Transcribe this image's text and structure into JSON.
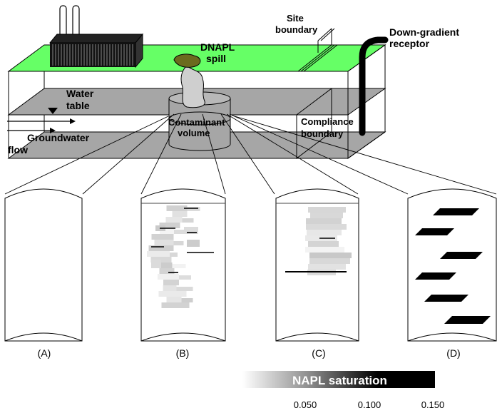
{
  "labels": {
    "dnapl_spill": [
      "DNAPL",
      "spill"
    ],
    "site_boundary": [
      "Site",
      "boundary"
    ],
    "down_gradient_receptor": [
      "Down-gradient",
      "receptor"
    ],
    "water_table": [
      "Water",
      "table"
    ],
    "contaminant_volume": [
      "Contaminant",
      "volume"
    ],
    "compliance_boundary": [
      "Compliance",
      "boundary"
    ],
    "groundwater_flow": [
      "Groundwater",
      "flow"
    ]
  },
  "panels": [
    {
      "caption": "(A)"
    },
    {
      "caption": "(B)"
    },
    {
      "caption": "(C)"
    },
    {
      "caption": "(D)"
    }
  ],
  "colorbar": {
    "title": "NAPL saturation",
    "ticks": [
      "0.050",
      "0.100",
      "0.150"
    ]
  },
  "colors": {
    "ground_surface": "#66ff66",
    "aquifer_band": "#a6a6a6",
    "spill": "#6b6b1e",
    "napl": "#000000"
  }
}
